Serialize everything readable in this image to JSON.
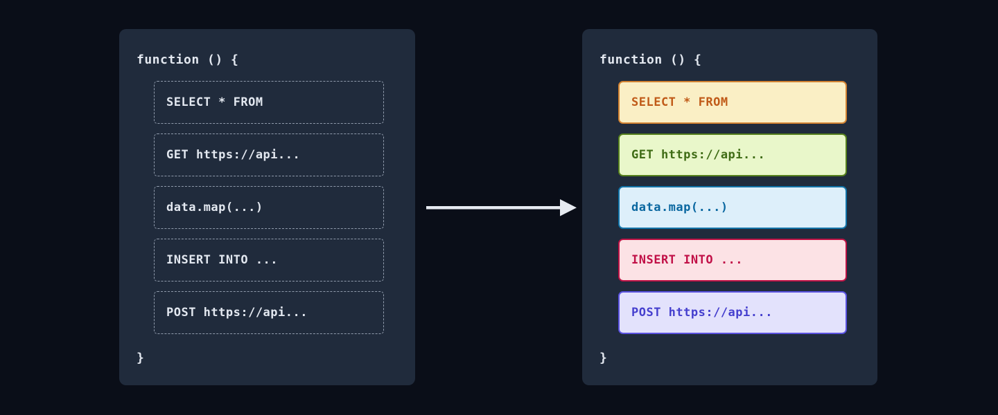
{
  "left_panel": {
    "header": "function () {",
    "footer": "}",
    "items": [
      {
        "label": "SELECT * FROM"
      },
      {
        "label": "GET https://api..."
      },
      {
        "label": "data.map(...)"
      },
      {
        "label": "INSERT INTO ..."
      },
      {
        "label": "POST https://api..."
      }
    ]
  },
  "right_panel": {
    "header": "function () {",
    "footer": "}",
    "items": [
      {
        "label": "SELECT * FROM",
        "colors": {
          "bg": "#faefc5",
          "border": "#d28231",
          "text": "#c05a18"
        }
      },
      {
        "label": "GET https://api...",
        "colors": {
          "bg": "#e9f7ca",
          "border": "#56801d",
          "text": "#3f6c15"
        }
      },
      {
        "label": "data.map(...)",
        "colors": {
          "bg": "#ddeffa",
          "border": "#1173a8",
          "text": "#0a67a0"
        }
      },
      {
        "label": "INSERT INTO ...",
        "colors": {
          "bg": "#fce2e5",
          "border": "#be1245",
          "text": "#c11047"
        }
      },
      {
        "label": "POST https://api...",
        "colors": {
          "bg": "#e3e2fc",
          "border": "#5a52e0",
          "text": "#453fce"
        }
      }
    ]
  },
  "arrow": {
    "color": "#e6eaf1"
  },
  "palette": {
    "page_bg": "#0a0e18",
    "panel_bg": "#202b3c",
    "dashed_border": "#919cad",
    "code_text": "#e3e8f0"
  }
}
